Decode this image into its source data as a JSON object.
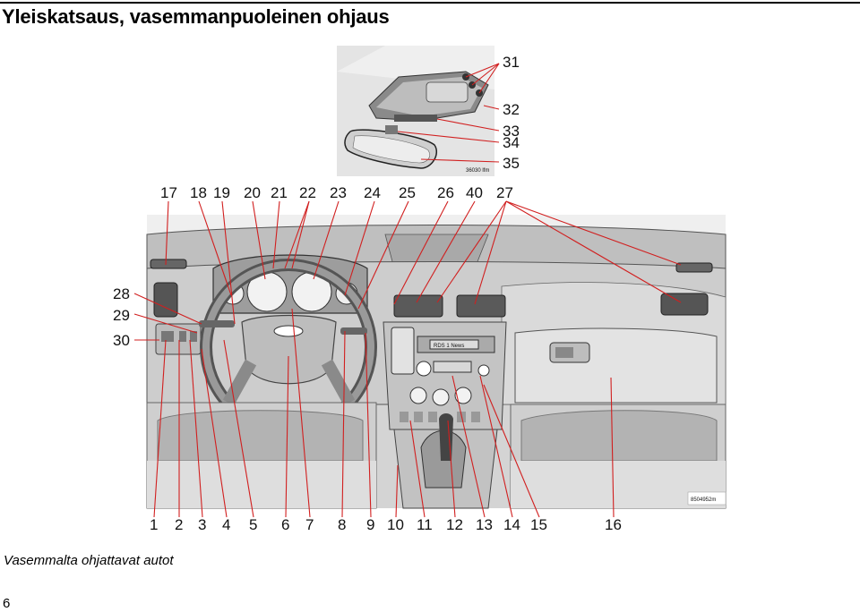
{
  "page": {
    "title": "Yleiskatsaus, vasemmanpuoleinen ohjaus",
    "caption": "Vasemmalta ohjattavat autot",
    "page_number": "6"
  },
  "figure": {
    "inset_code": "36030 lfm",
    "main_code": "8504952m",
    "radio_text": "RDS 1 News",
    "top_callouts": [
      "31",
      "32",
      "33",
      "34",
      "35"
    ],
    "upper_callouts": [
      "17",
      "18",
      "19",
      "20",
      "21",
      "22",
      "23",
      "24",
      "25",
      "26",
      "40",
      "27"
    ],
    "left_callouts": [
      "28",
      "29",
      "30"
    ],
    "bottom_callouts": [
      "1",
      "2",
      "3",
      "4",
      "5",
      "6",
      "7",
      "8",
      "9",
      "10",
      "11",
      "12",
      "13",
      "14",
      "15",
      "16"
    ],
    "colors": {
      "line": "#d11f1f",
      "panel": "#c9c9c9",
      "dark": "#6e6e6e",
      "light": "#e6e6e6"
    }
  }
}
